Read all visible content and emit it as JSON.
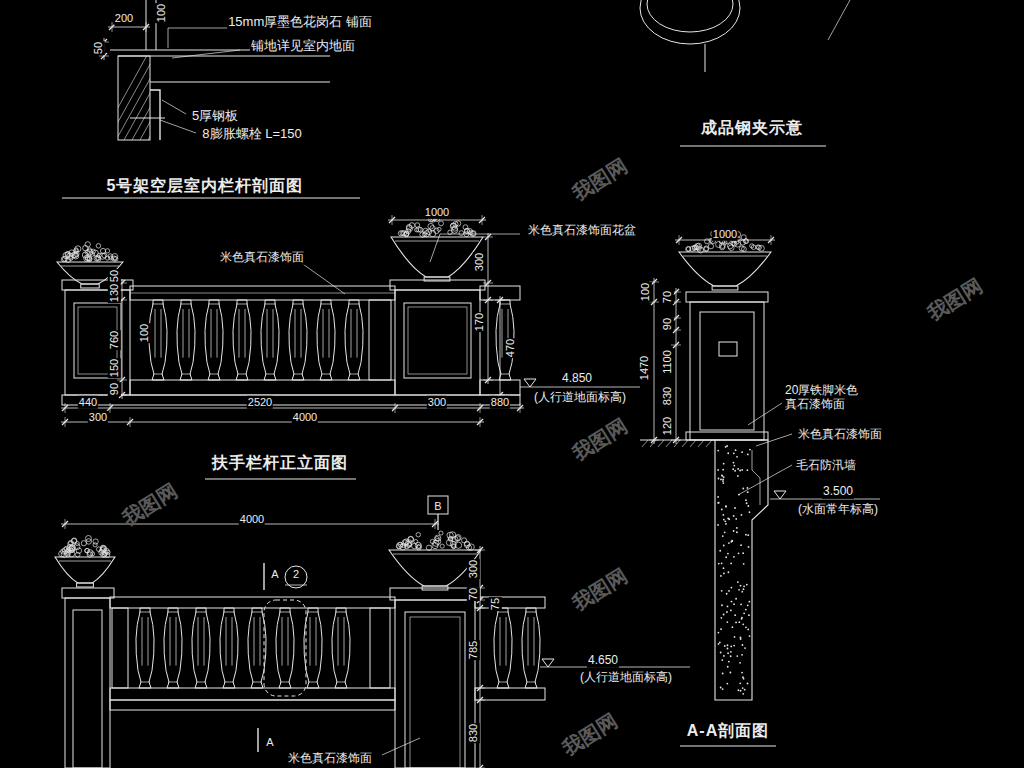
{
  "diagram": {
    "labels": [
      "200",
      "100",
      "50",
      "15mm厚墨色花岗石 铺面",
      "铺地详见室内地面",
      "5厚钢板",
      "8膨胀螺栓 L=150",
      "5号架空层室内栏杆剖面图",
      "成品钢夹示意",
      "1000",
      "米色真石漆饰面",
      "米色真石漆饰面花盆",
      "300",
      "50",
      "130",
      "100",
      "760",
      "150",
      "90",
      "170",
      "470",
      "440",
      "2520",
      "300",
      "880",
      "300",
      "4000",
      "4.850",
      "(人行道地面标高)",
      "扶手栏杆正立面图",
      "1000",
      "100",
      "70",
      "90",
      "1470",
      "1100",
      "830",
      "120",
      "20厚铁脚米色 真石漆饰面",
      "米色真石漆饰面",
      "毛石防汛墙",
      "3.500",
      "(水面常年标高)",
      "4000",
      "B",
      "A",
      "2",
      "300",
      "70",
      "75",
      "785",
      "4.650",
      "(人行道地面标高)",
      "830",
      "A",
      "米色真石漆饰面",
      "A-A剖面图",
      "我图网",
      "我图网",
      "我图网",
      "我图网",
      "我图网",
      "我图网"
    ]
  }
}
